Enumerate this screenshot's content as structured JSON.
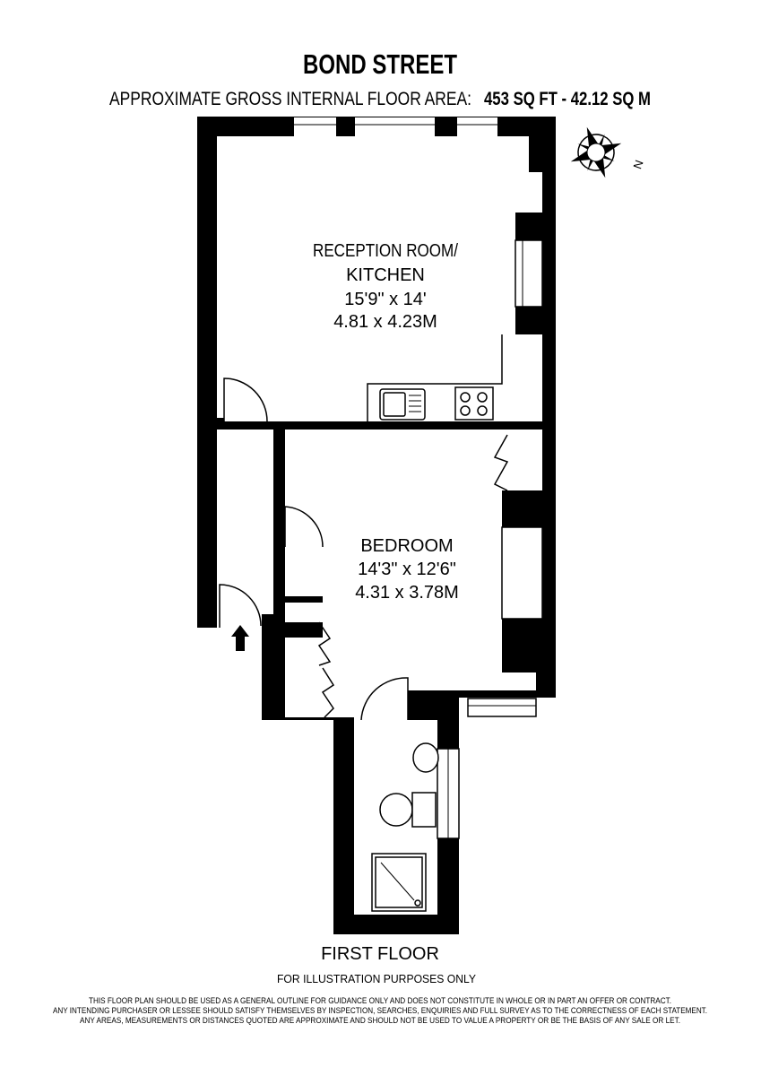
{
  "header": {
    "title": "BOND STREET",
    "area_label": "APPROXIMATE GROSS INTERNAL FLOOR AREA:",
    "area_value": "453 SQ FT  -  42.12 SQ M"
  },
  "rooms": [
    {
      "name_line1": "RECEPTION ROOM/",
      "name_line2": "KITCHEN",
      "imperial": "15'9\" x 14'",
      "metric": "4.81 x 4.23M"
    },
    {
      "name_line1": "BEDROOM",
      "imperial": "14'3\" x 12'6\"",
      "metric": "4.31 x 3.78M"
    }
  ],
  "compass": {
    "label": "N"
  },
  "footer": {
    "floor": "FIRST FLOOR",
    "note": "FOR ILLUSTRATION PURPOSES ONLY",
    "disclaimer": [
      "THIS FLOOR PLAN SHOULD BE USED AS A GENERAL OUTLINE FOR GUIDANCE ONLY AND DOES NOT CONSTITUTE IN WHOLE OR IN PART AN OFFER OR CONTRACT.",
      "ANY INTENDING PURCHASER OR LESSEE SHOULD SATISFY THEMSELVES BY INSPECTION, SEARCHES, ENQUIRIES AND FULL SURVEY AS TO THE CORRECTNESS OF EACH STATEMENT.",
      "ANY AREAS, MEASUREMENTS OR DISTANCES QUOTED ARE APPROXIMATE AND SHOULD NOT BE USED TO VALUE A PROPERTY OR BE THE BASIS OF ANY SALE OR LET."
    ]
  }
}
